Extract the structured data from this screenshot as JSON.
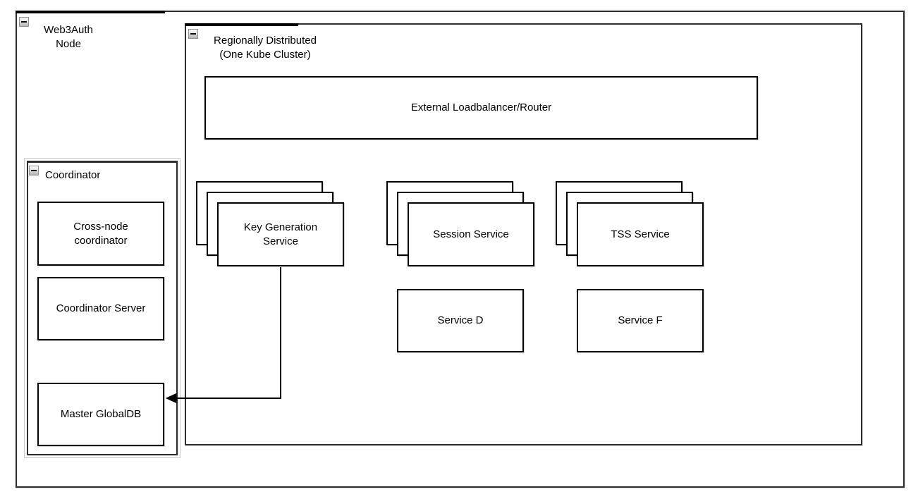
{
  "diagram": {
    "web3auth_node": {
      "label": "Web3Auth\nNode"
    },
    "region": {
      "label": "Regionally Distributed\n(One Kube Cluster)"
    },
    "loadbalancer": {
      "label": "External Loadbalancer/Router"
    },
    "services": {
      "key_generation": {
        "label": "Key Generation\nService",
        "replicas": 3
      },
      "session": {
        "label": "Session Service",
        "replicas": 3
      },
      "tss": {
        "label": "TSS Service",
        "replicas": 3
      },
      "service_d": {
        "label": "Service D"
      },
      "service_f": {
        "label": "Service F"
      }
    },
    "coordinator": {
      "label": "Coordinator",
      "cross_node": {
        "label": "Cross-node\ncoordinator"
      },
      "server": {
        "label": "Coordinator Server"
      },
      "master_db": {
        "label": "Master GlobalDB"
      }
    },
    "connection": {
      "from": "Key Generation Service",
      "to": "Master GlobalDB",
      "type": "orthogonal-arrow"
    },
    "icons": {
      "collapse": "minus-in-square"
    },
    "colors": {
      "stroke": "#000000",
      "container_stroke": "#2e2e2e",
      "fill": "#ffffff",
      "halo": "#c9c9c9"
    }
  }
}
